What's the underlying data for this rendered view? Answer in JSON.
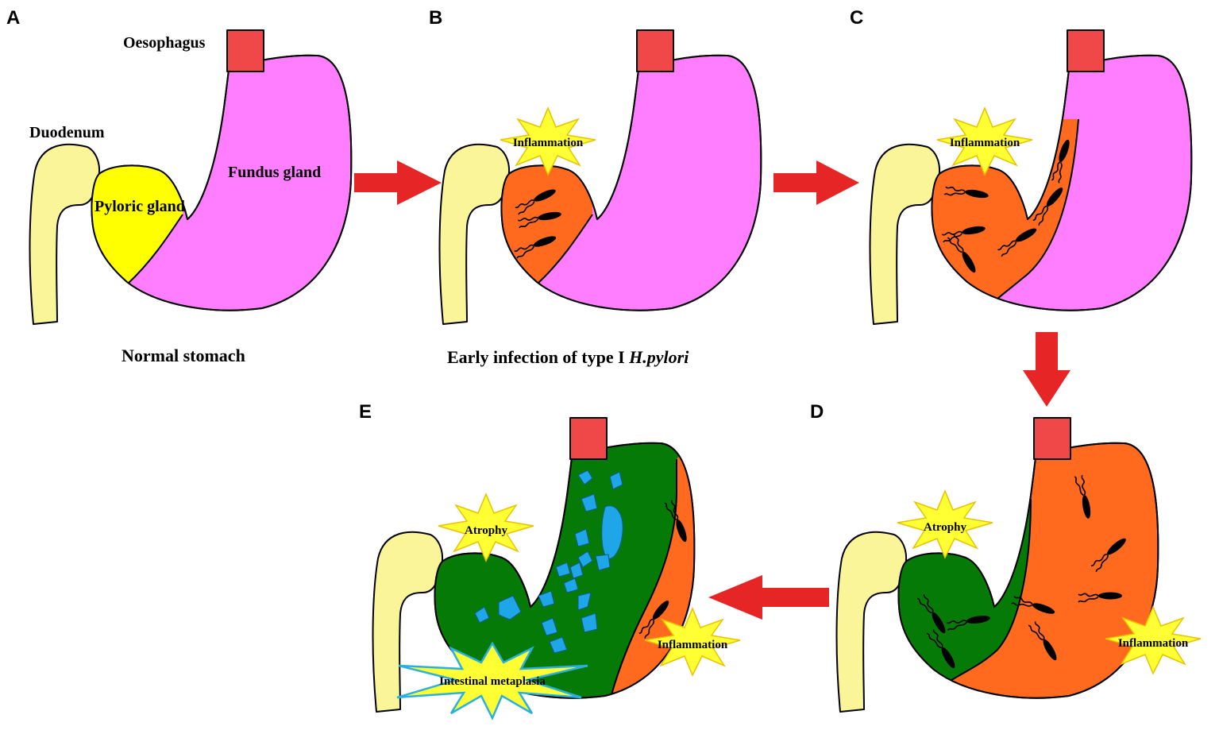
{
  "panels": {
    "A": "A",
    "B": "B",
    "C": "C",
    "D": "D",
    "E": "E"
  },
  "labels": {
    "oesophagus": "Oesophagus",
    "duodenum": "Duodenum",
    "fundus_gland": "Fundus gland",
    "pyloric_gland": "Pyloric gland",
    "inflammation": "Inflammation",
    "atrophy": "Atrophy",
    "intestinal_metaplasia": "Intestinal metaplasia"
  },
  "captions": {
    "normal": "Normal stomach",
    "early_prefix": "Early infection of type I ",
    "early_italic": "H.pylori"
  },
  "colors": {
    "oesophagus": "#f04848",
    "duodenum": "#fbf59a",
    "pyloric_gland": "#ffff00",
    "fundus_gland": "#ff7dff",
    "infected": "#ff6a1f",
    "atrophy": "#067a06",
    "metaplasia_spots": "#1ea6e8",
    "burst": "#ffff33",
    "burst_stroke": "#e8c200",
    "metaplasia_burst_stroke": "#2ab0e0",
    "arrow": "#e62626",
    "bacteria": "#000000"
  }
}
